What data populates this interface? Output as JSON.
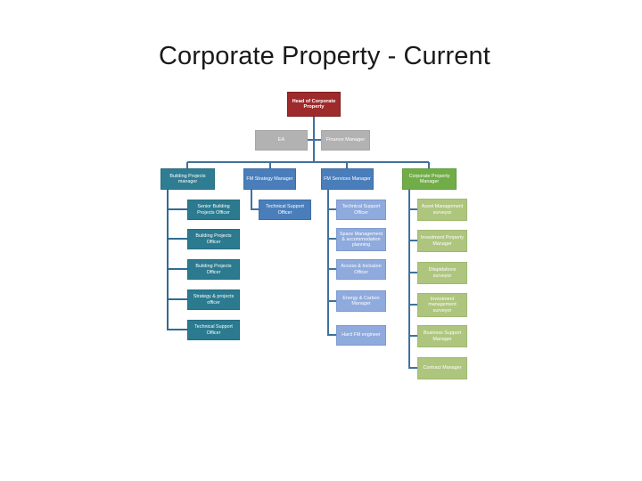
{
  "slide": {
    "title": "Corporate Property - Current",
    "background": "#ffffff"
  },
  "colors": {
    "root": "#9e2a2b",
    "assistant": "#b2b2b2",
    "teal": "#2e7d92",
    "blue": "#4a7ebb",
    "light_blue": "#8faadc",
    "green": "#70ad47",
    "green_child": "#aec57e",
    "connector": "#41719c"
  },
  "org": {
    "root": {
      "label": "Head of Corporate Property"
    },
    "assistants": [
      {
        "label": "EA"
      },
      {
        "label": "Finance Manager"
      }
    ],
    "branches": [
      {
        "manager": "Building Projects manager",
        "color": "teal",
        "children": [
          "Senior Building Projects Officer",
          "Building Projects Officer",
          "Building Projects Officer",
          "Strategy & projects officer",
          "Technical Support Officer"
        ]
      },
      {
        "manager": "FM Strategy Manager",
        "color": "blue",
        "children": [
          "Technical Support Officer"
        ]
      },
      {
        "manager": "FM Services Manager",
        "color": "blue",
        "children": [
          "Technical Support Officer",
          "Space Management & accommodation planning",
          "Access & Inclusion Officer",
          "Energy & Carbon Manager",
          "Hard FM engineer"
        ]
      },
      {
        "manager": "Corporate Property Manager",
        "color": "green",
        "children": [
          "Asset Management surveyor",
          "Investment Property Manager",
          "Dilapidations surveyor",
          "Investment management surveyor",
          "Business Support Manager",
          "Contract Manager"
        ]
      }
    ]
  }
}
